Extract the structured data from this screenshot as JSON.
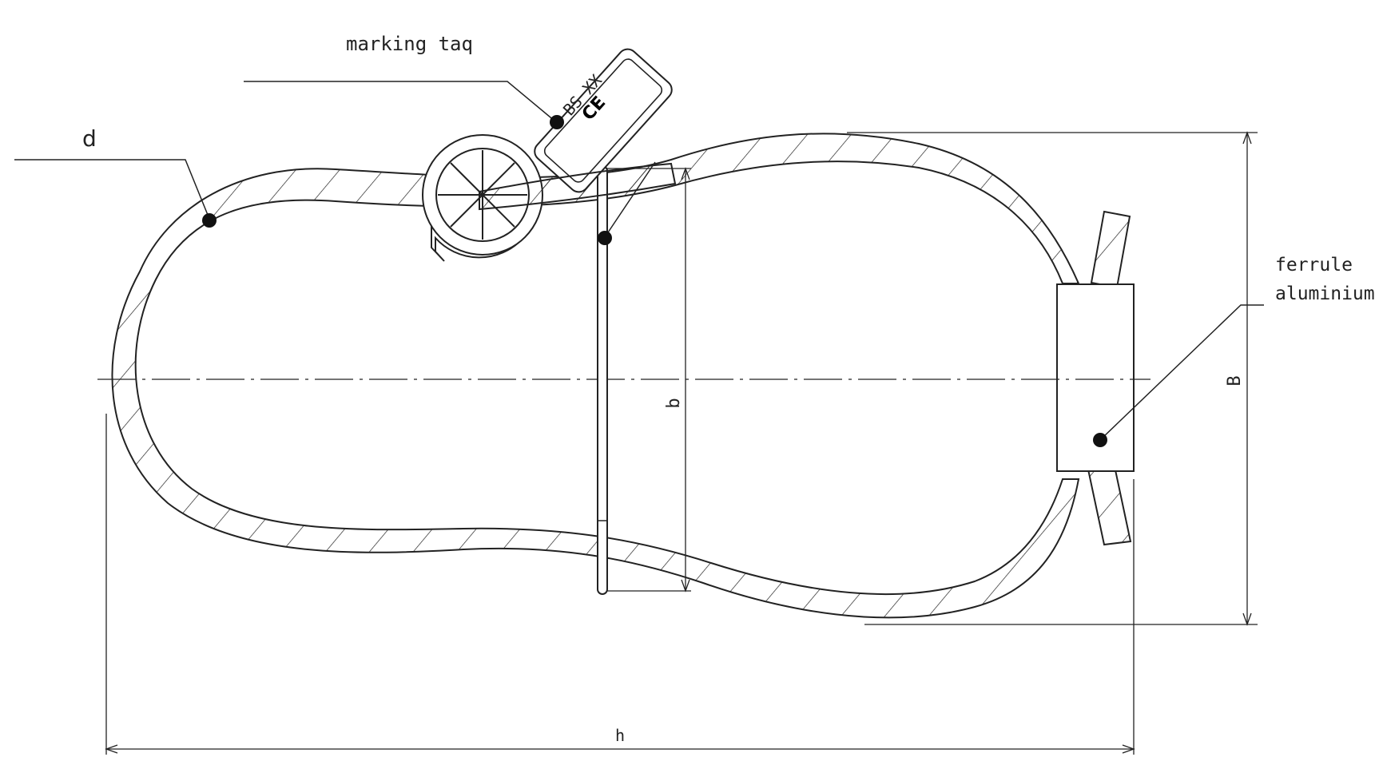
{
  "labels": {
    "marking_tag": "marking taq",
    "d": "d",
    "ferrule_line1": "ferrule",
    "ferrule_line2": "aluminium",
    "tag_text": "BS XX",
    "ce_mark": "CE",
    "dim_B": "B",
    "dim_b": "b",
    "dim_h": "h"
  },
  "colors": {
    "stroke": "#222222",
    "background": "#ffffff"
  }
}
